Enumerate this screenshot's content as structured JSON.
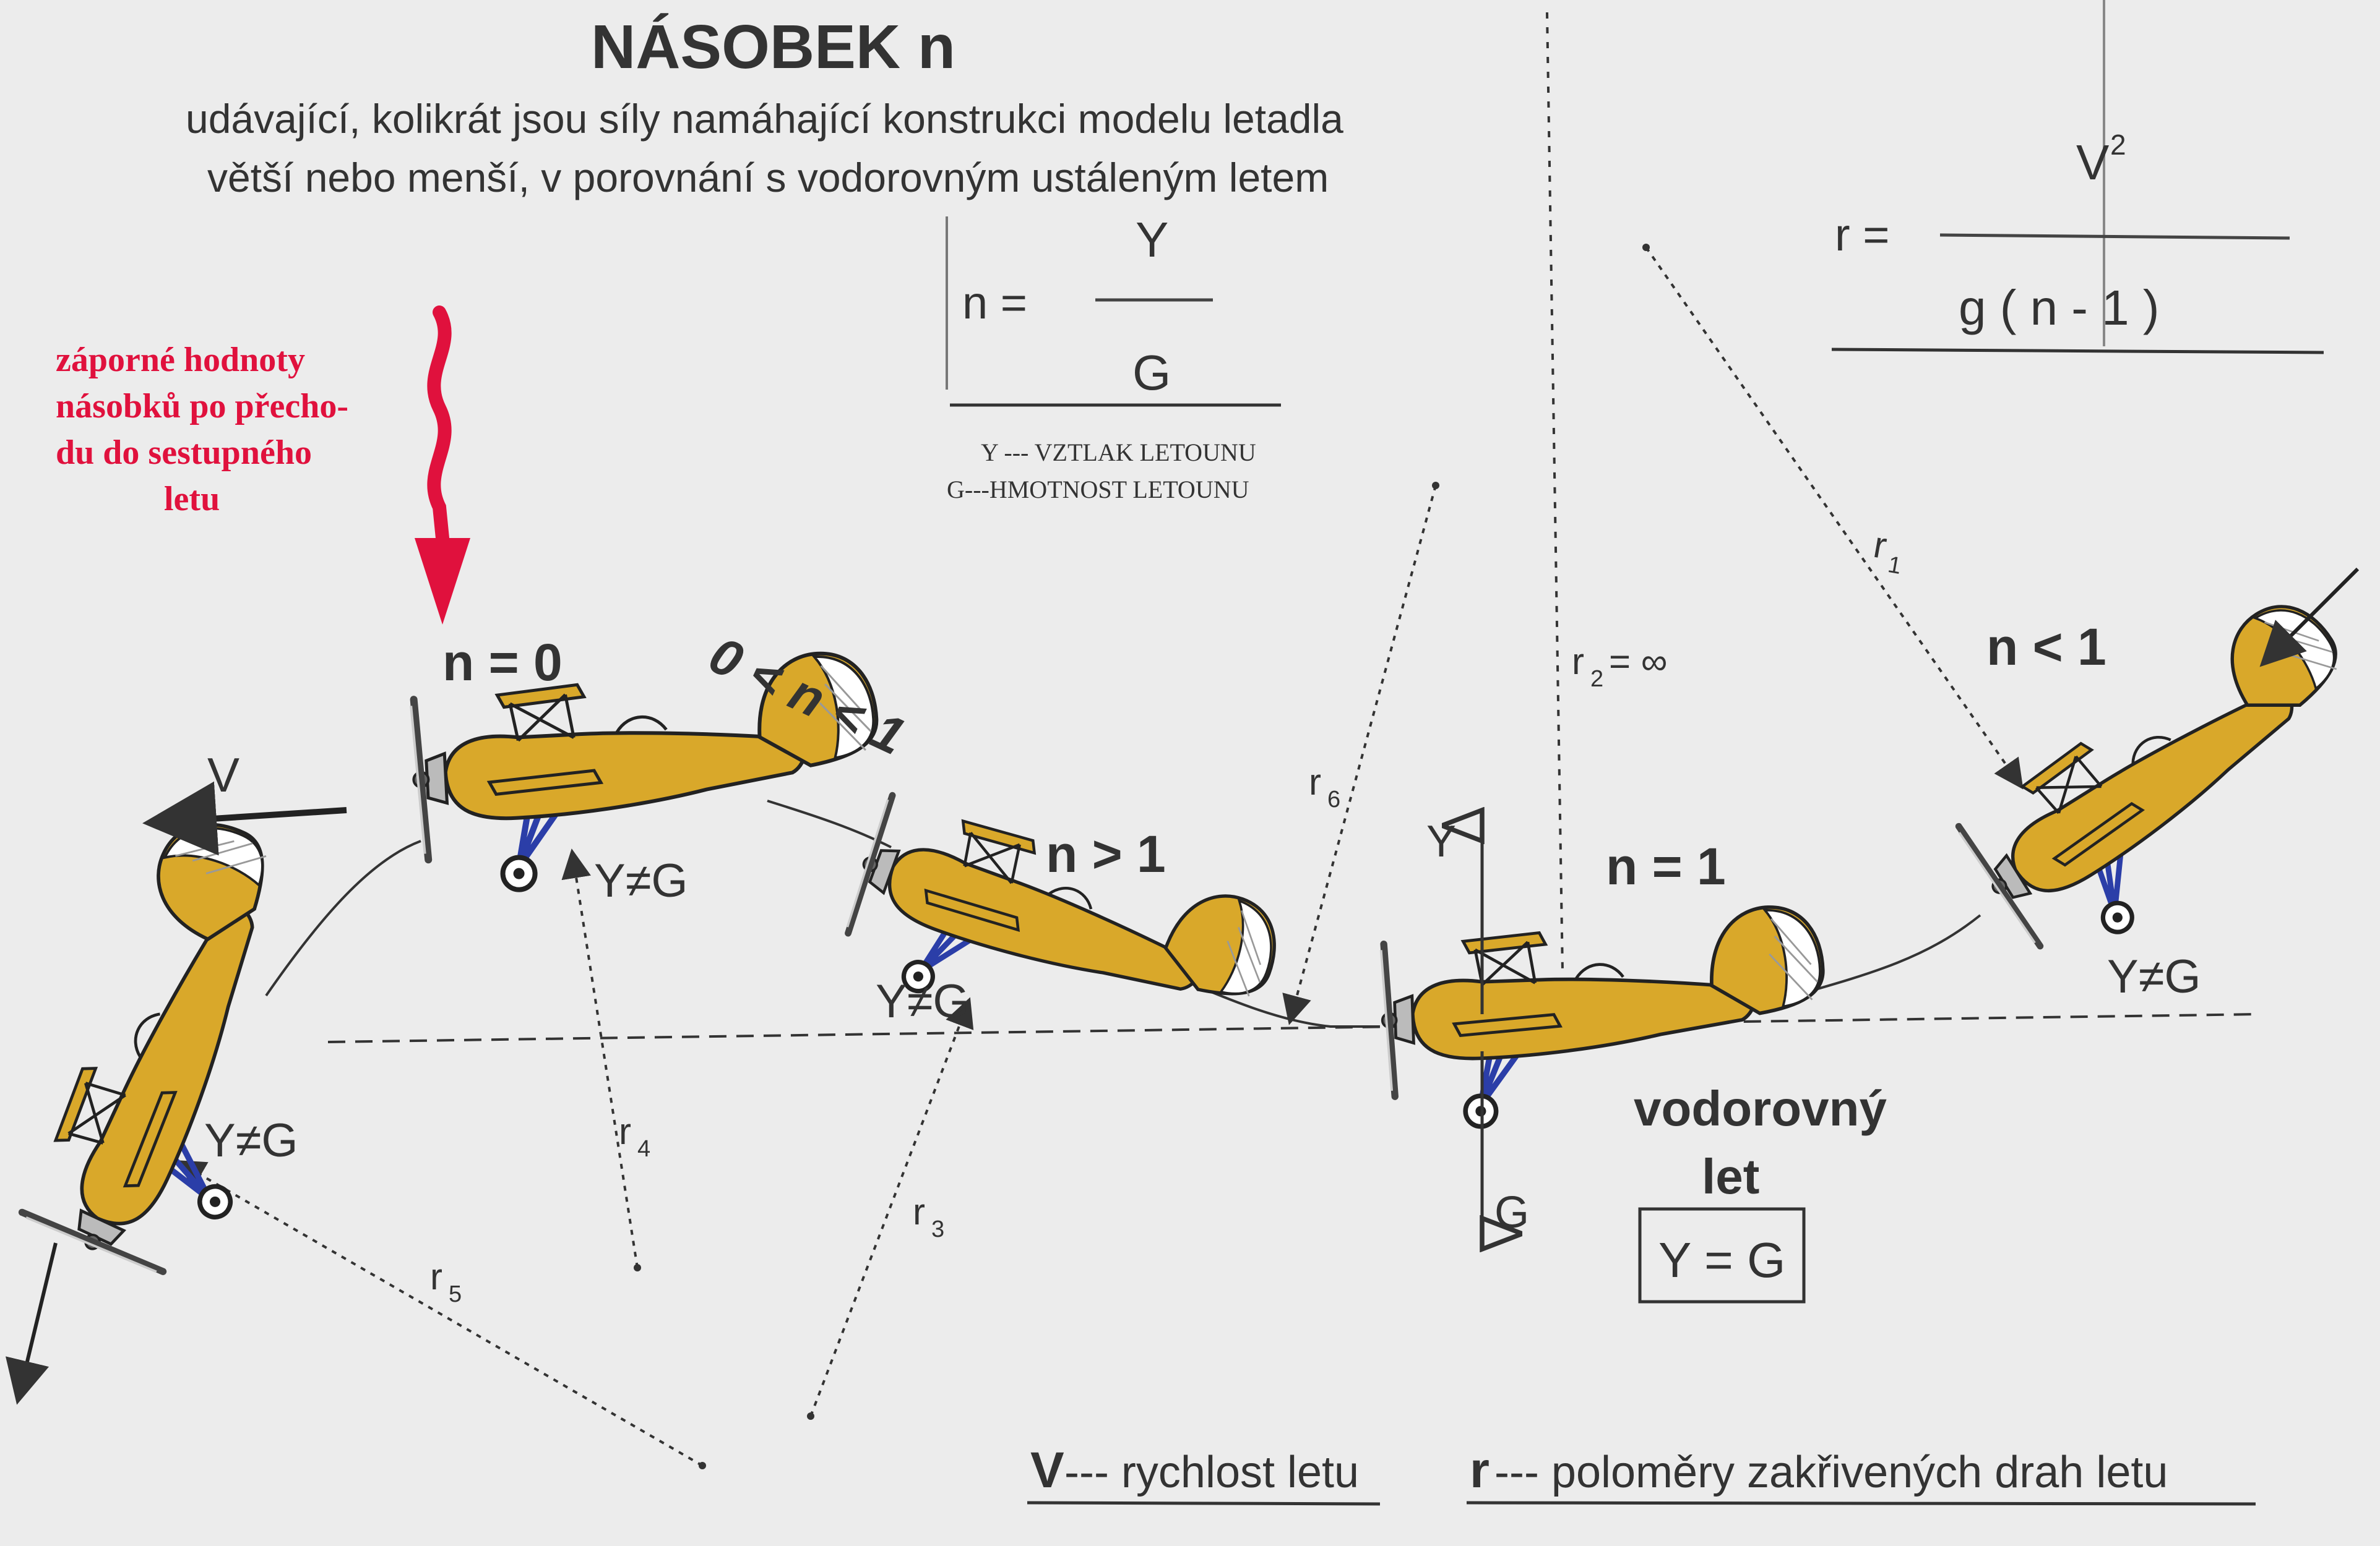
{
  "title": "NÁSOBEK  n",
  "subtitle_line1": "udávající, kolikrát jsou síly namáhající konstrukci modelu letadla",
  "subtitle_line2": "větší nebo menší, v porovnání s vodorovným ustáleným letem",
  "formula_n": {
    "lhs": "n  =",
    "numerator": "Y",
    "denominator": "G"
  },
  "legend_y": "Y --- VZTLAK LETOUNU",
  "legend_g": "G---HMOTNOST LETOUNU",
  "formula_r": {
    "lhs": "r  =",
    "numerator_base": "V",
    "numerator_exp": "2",
    "denominator": "g  (  n  -  1  )"
  },
  "red_note": [
    "záporné hodnoty",
    "násobků po přecho-",
    "du do sestupného",
    "letu"
  ],
  "labels": {
    "n0": "n  =  0",
    "n_between": "0  <  n  <  1",
    "n_gt1": "n  >  1",
    "n_eq1": "n  =  1",
    "n_lt1": "n  <  1",
    "v_arrow": "V",
    "force_up": "Y",
    "force_down": "G",
    "y_neq_g": "Y≠G",
    "horizontal_line1": "vodorovný",
    "horizontal_line2": "let",
    "y_eq_g": "Y = G",
    "r1": "r",
    "r1_sub": "1",
    "r2": "r",
    "r2_sub": "2",
    "r2_val": "= ∞",
    "r3": "r",
    "r3_sub": "3",
    "r4": "r",
    "r4_sub": "4",
    "r5": "r",
    "r5_sub": "5",
    "r6": "r",
    "r6_sub": "6"
  },
  "footer": {
    "v_key": "V",
    "v_text": "--- rychlost  letu",
    "r_key": "r",
    "r_text": "--- poloměry  zakřivených  drah  letu"
  },
  "colors": {
    "plane_body": "#d9a82a",
    "plane_outline": "#222222",
    "gear": "#2b3ea8",
    "red_note": "#e0113d",
    "text": "#333333"
  }
}
